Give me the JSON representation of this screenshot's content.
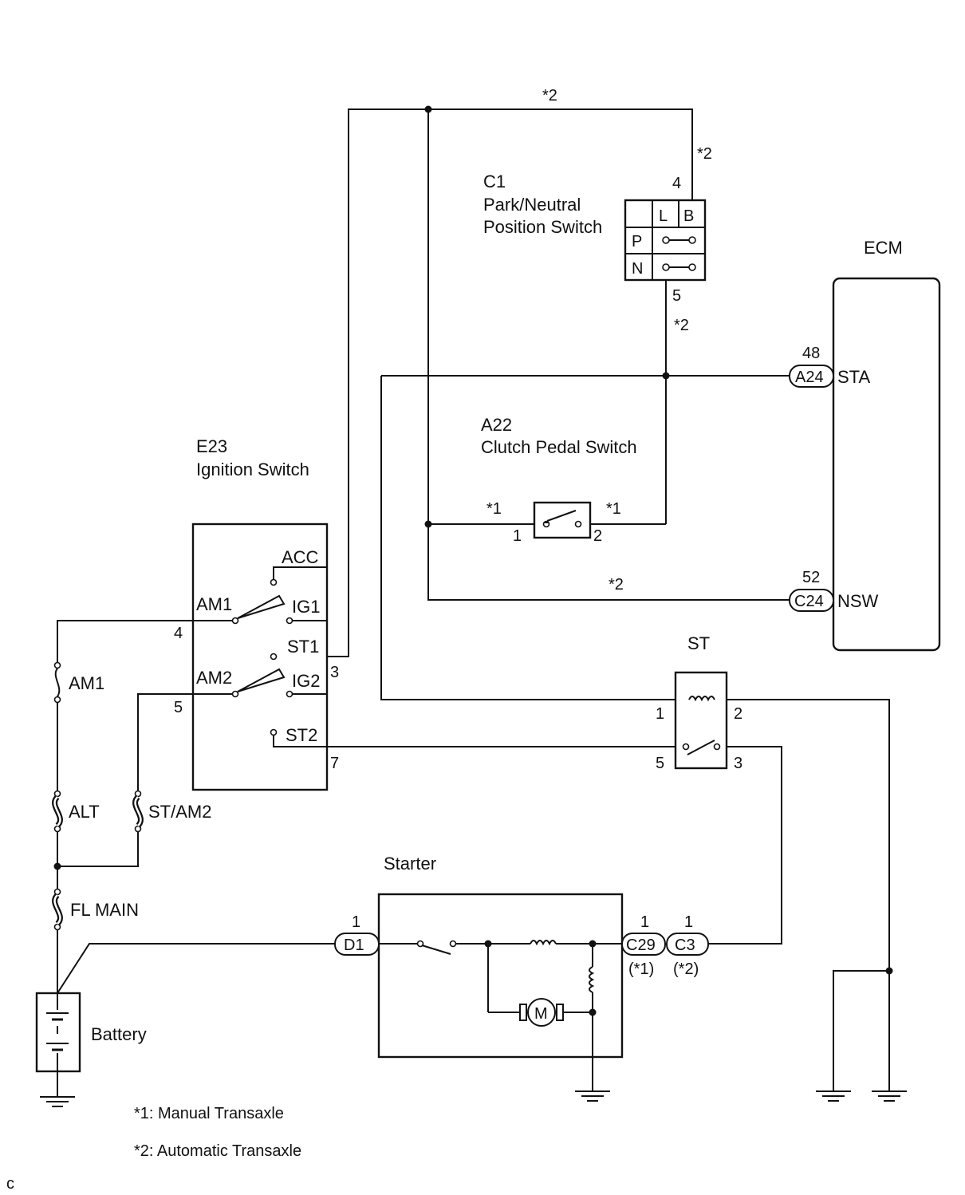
{
  "components": {
    "ignition_switch": {
      "code": "E23",
      "name": "Ignition Switch"
    },
    "pn_switch": {
      "code": "C1",
      "name_line1": "Park/Neutral",
      "name_line2": "Position Switch"
    },
    "clutch_switch": {
      "code": "A22",
      "name": "Clutch Pedal Switch"
    },
    "ecm": {
      "name": "ECM"
    },
    "st_relay": {
      "name": "ST"
    },
    "starter": {
      "name": "Starter"
    },
    "battery": {
      "name": "Battery"
    }
  },
  "ignition_terminals": {
    "acc": "ACC",
    "am1": "AM1",
    "ig1": "IG1",
    "st1": "ST1",
    "am2": "AM2",
    "ig2": "IG2",
    "st2": "ST2",
    "pin4": "4",
    "pin3": "3",
    "pin5": "5",
    "pin7": "7"
  },
  "pn_table": {
    "col_l": "L",
    "col_b": "B",
    "row_p": "P",
    "row_n": "N",
    "pin_top": "4",
    "pin_bottom": "5"
  },
  "clutch_pins": {
    "pin1": "1",
    "pin2": "2"
  },
  "ecm_pins": {
    "sta_no": "48",
    "sta_conn": "A24",
    "sta_label": "STA",
    "nsw_no": "52",
    "nsw_conn": "C24",
    "nsw_label": "NSW"
  },
  "relay_pins": {
    "p1": "1",
    "p2": "2",
    "p5": "5",
    "p3": "3"
  },
  "fuses": {
    "am1": "AM1",
    "alt": "ALT",
    "st_am2": "ST/AM2",
    "fl_main": "FL MAIN"
  },
  "starter_conn": {
    "d1": "D1",
    "d1_pin": "1",
    "c29": "C29",
    "c29_pin": "1",
    "c29_note": "(*1)",
    "c3": "C3",
    "c3_pin": "1",
    "c3_note": "(*2)",
    "motor": "M"
  },
  "wire_notes": {
    "mark1": "*1",
    "mark2": "*2"
  },
  "footnotes": {
    "note1": "*1: Manual Transaxle",
    "note2": "*2: Automatic Transaxle"
  },
  "corner_mark": "c"
}
